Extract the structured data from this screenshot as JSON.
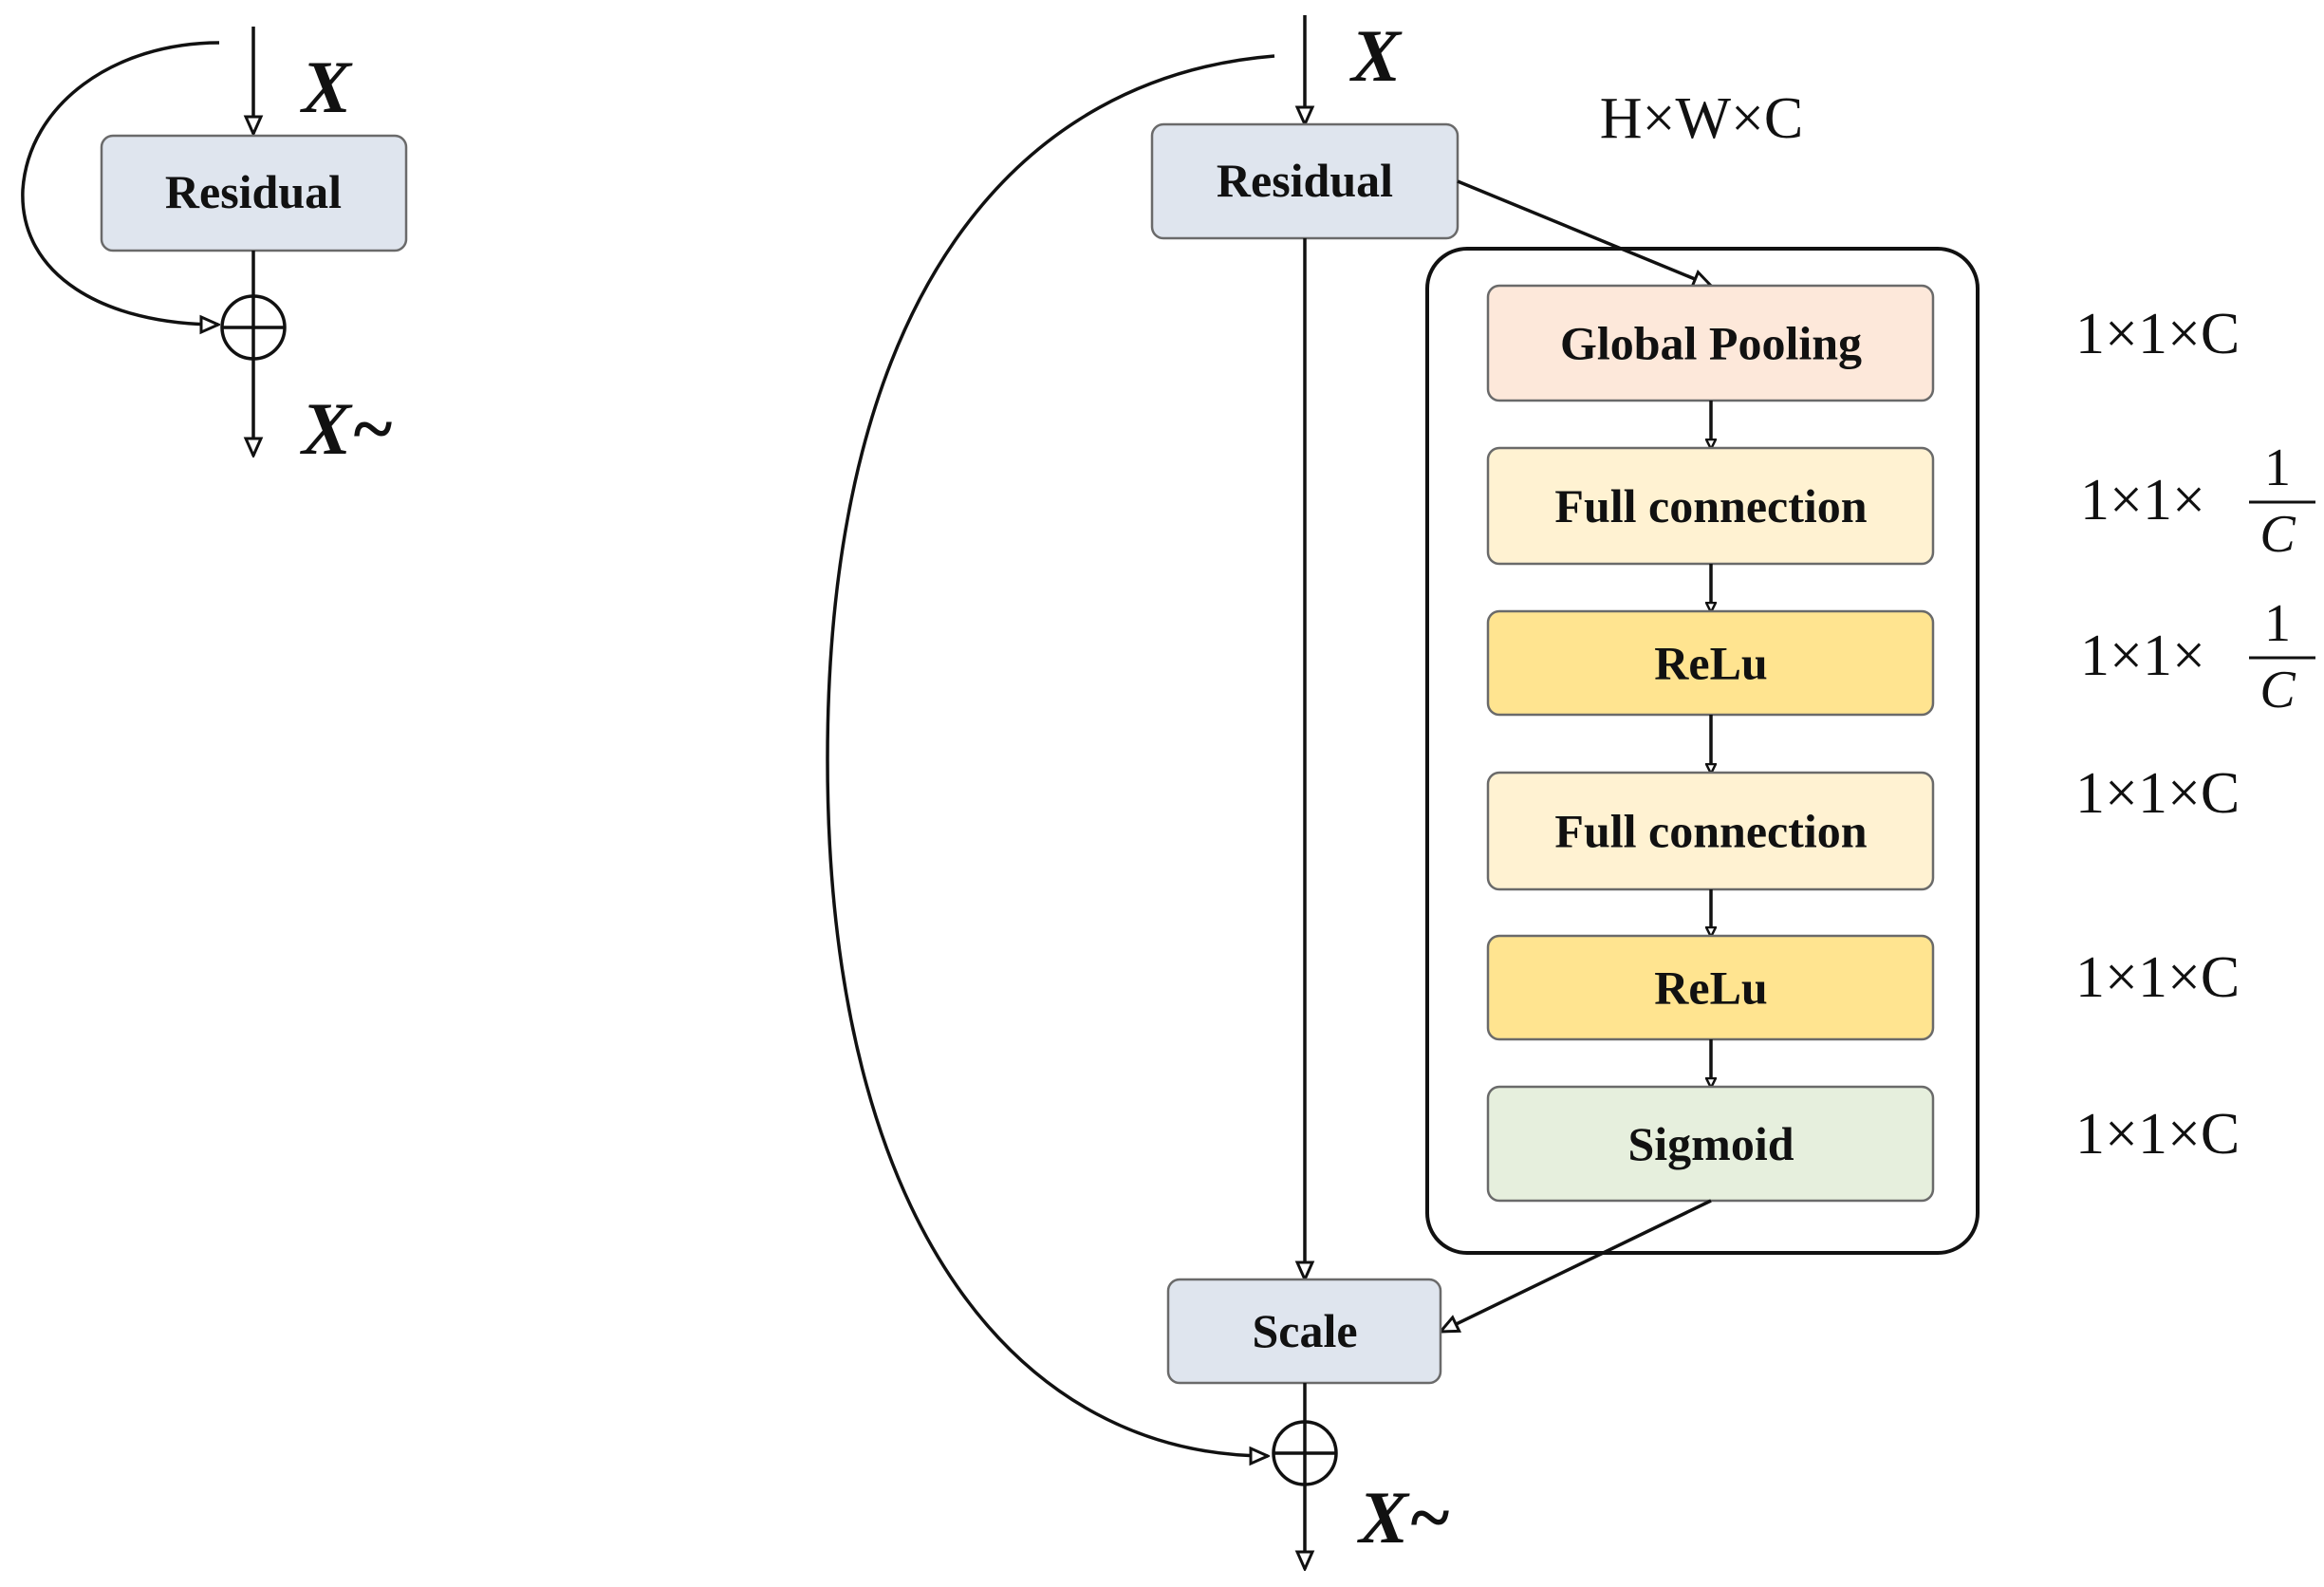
{
  "left_diagram": {
    "input_label": "X",
    "output_label": "X~",
    "residual_label": "Residual"
  },
  "right_diagram": {
    "input_label": "X",
    "output_label": "X~",
    "residual_label": "Residual",
    "scale_label": "Scale",
    "input_dim": "H×W×C",
    "se_blocks": [
      {
        "label": "Global Pooling",
        "dim": "1×1×C",
        "color": "#fde8da"
      },
      {
        "label": "Full connection",
        "dim": "1×1×",
        "frac_num": "1",
        "frac_den": "C",
        "color": "#fff2d2"
      },
      {
        "label": "ReLu",
        "dim": "1×1×",
        "frac_num": "1",
        "frac_den": "C",
        "color": "#ffe490"
      },
      {
        "label": "Full connection",
        "dim": "1×1×C",
        "color": "#fff2d2"
      },
      {
        "label": "ReLu",
        "dim": "1×1×C",
        "color": "#ffe490"
      },
      {
        "label": "Sigmoid",
        "dim": "1×1×C",
        "color": "#e6efdd"
      }
    ]
  }
}
